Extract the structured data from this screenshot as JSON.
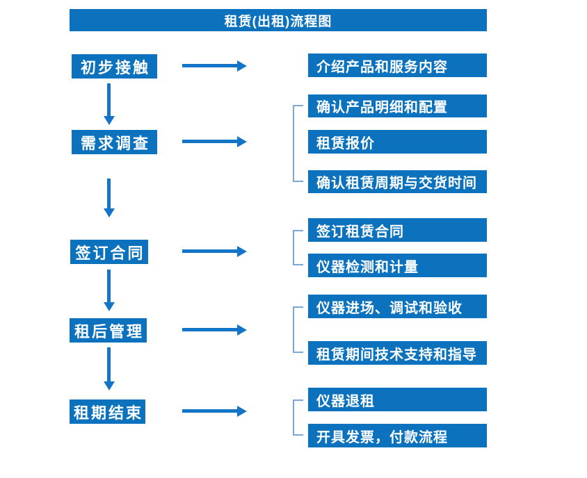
{
  "title": "租赁(出租)流程图",
  "colors": {
    "box_blue": "#0C72BE",
    "arrow_blue": "#1474C8",
    "bracket_blue": "#7CA6DB",
    "text_white": "#FFFFFF",
    "background": "#FFFFFF"
  },
  "flow": {
    "steps": [
      {
        "label": "初步接触",
        "details": [
          "介绍产品和服务内容"
        ]
      },
      {
        "label": "需求调查",
        "details": [
          "确认产品明细和配置",
          "租赁报价",
          "确认租赁周期与交货时间"
        ]
      },
      {
        "label": "签订合同",
        "details": [
          "签订租赁合同",
          "仪器检测和计量"
        ]
      },
      {
        "label": "租后管理",
        "details": [
          "仪器进场、调试和验收",
          "租赁期间技术支持和指导"
        ]
      },
      {
        "label": "租期结束",
        "details": [
          "仪器退租",
          "开具发票，付款流程"
        ]
      }
    ]
  }
}
